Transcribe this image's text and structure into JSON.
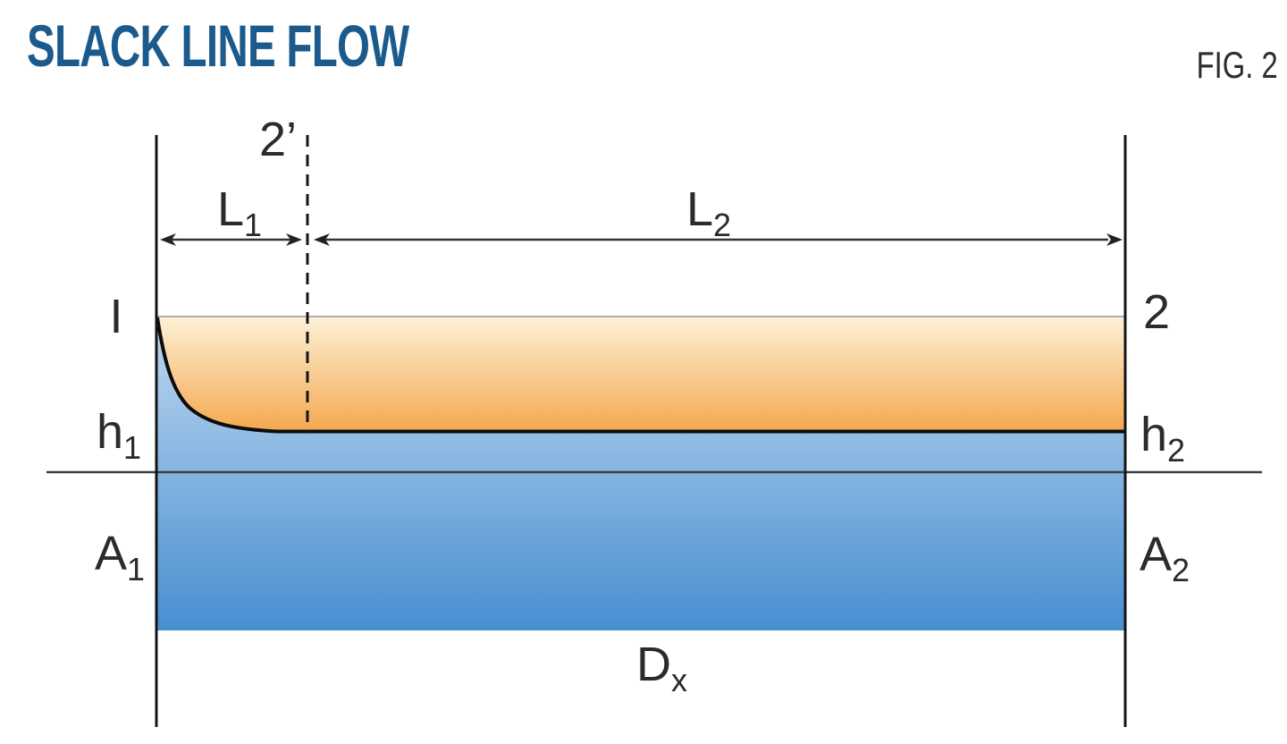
{
  "header": {
    "title": "SLACK LINE FLOW",
    "figure_label": "FIG. 2"
  },
  "colors": {
    "title_blue": "#1b5a8c",
    "orange_gradient_top": "#fdf0d6",
    "orange_gradient_bottom": "#f3a94e",
    "blue_gradient_top": "#c0d9f0",
    "blue_gradient_bottom": "#478ed0",
    "line_black": "#141414",
    "datum_line_gray": "#3f3f3f",
    "orange_top_edge_gray": "#b0b0b0"
  },
  "diagram": {
    "labels": {
      "point_1": "I",
      "point_2_prime": "2’",
      "point_2": "2",
      "l1": {
        "main": "L",
        "sub": "1"
      },
      "l2": {
        "main": "L",
        "sub": "2"
      },
      "h1": {
        "main": "h",
        "sub": "1"
      },
      "h2": {
        "main": "h",
        "sub": "2"
      },
      "a1": {
        "main": "A",
        "sub": "1"
      },
      "a2": {
        "main": "A",
        "sub": "2"
      },
      "dx": {
        "main": "D",
        "sub": "x"
      }
    }
  }
}
